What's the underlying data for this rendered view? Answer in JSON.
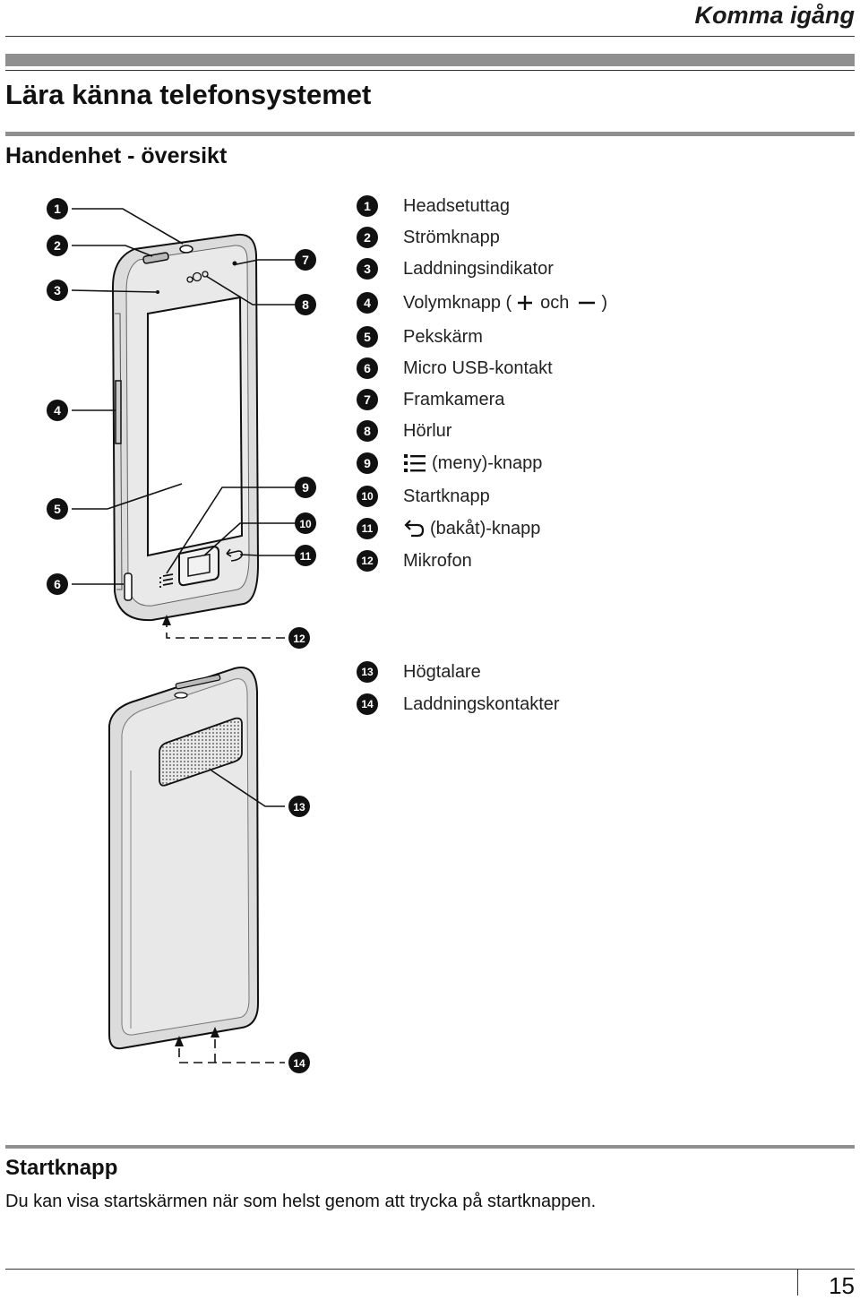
{
  "header": {
    "chapter": "Komma igång"
  },
  "section": {
    "title": "Lära känna telefonsystemet"
  },
  "subsection": {
    "title": "Handenhet - översikt"
  },
  "callouts": [
    "1",
    "2",
    "3",
    "4",
    "5",
    "6",
    "7",
    "8",
    "9",
    "10",
    "11",
    "12",
    "13",
    "14"
  ],
  "legend": {
    "items": [
      {
        "n": "1",
        "text": "Headsetuttag"
      },
      {
        "n": "2",
        "text": "Strömknapp"
      },
      {
        "n": "3",
        "text": "Laddningsindikator"
      },
      {
        "n": "4",
        "text": "Volymknapp (",
        "and": "och",
        "close": ")"
      },
      {
        "n": "5",
        "text": "Pekskärm"
      },
      {
        "n": "6",
        "text": "Micro USB-kontakt"
      },
      {
        "n": "7",
        "text": "Framkamera"
      },
      {
        "n": "8",
        "text": "Hörlur"
      },
      {
        "n": "9",
        "text": "(meny)-knapp"
      },
      {
        "n": "10",
        "text": "Startknapp"
      },
      {
        "n": "11",
        "text": "(bakåt)-knapp"
      },
      {
        "n": "12",
        "text": "Mikrofon"
      },
      {
        "n": "13",
        "text": "Högtalare"
      },
      {
        "n": "14",
        "text": "Laddningskontakter"
      }
    ]
  },
  "start": {
    "title": "Startknapp",
    "body": "Du kan visa startskärmen när som helst genom att trycka på startknappen."
  },
  "page": {
    "number": "15"
  }
}
